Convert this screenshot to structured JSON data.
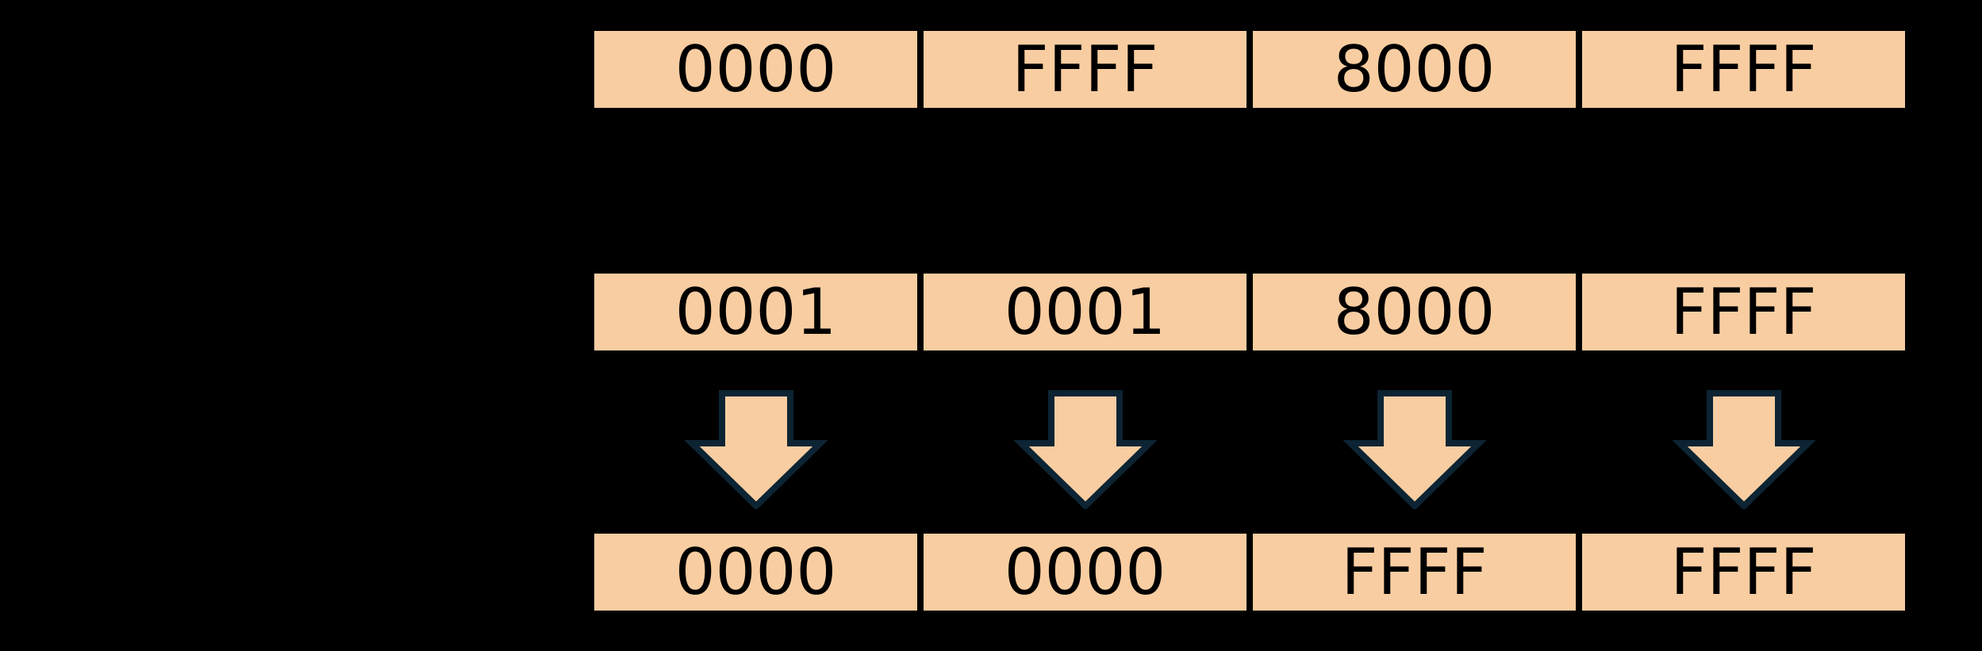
{
  "diagram": {
    "description": "Three rows of four 16-bit hexadecimal register value cells; down arrows map the middle row values to the bottom row values",
    "rows": [
      {
        "name": "row-1",
        "cells": [
          "0000",
          "FFFF",
          "8000",
          "FFFF"
        ]
      },
      {
        "name": "row-2",
        "cells": [
          "0001",
          "0001",
          "8000",
          "FFFF"
        ]
      },
      {
        "name": "row-3",
        "cells": [
          "0000",
          "0000",
          "FFFF",
          "FFFF"
        ]
      }
    ],
    "arrows": [
      {
        "name": "down-arrow",
        "from_row": "row-2",
        "to_row": "row-3",
        "column": 1
      },
      {
        "name": "down-arrow",
        "from_row": "row-2",
        "to_row": "row-3",
        "column": 2
      },
      {
        "name": "down-arrow",
        "from_row": "row-2",
        "to_row": "row-3",
        "column": 3
      },
      {
        "name": "down-arrow",
        "from_row": "row-2",
        "to_row": "row-3",
        "column": 4
      }
    ]
  },
  "colors": {
    "background": "#000000",
    "cell_fill": "#f8cda1",
    "cell_text": "#000000",
    "arrow_fill": "#f8cda1",
    "arrow_outline": "#0c2433"
  }
}
